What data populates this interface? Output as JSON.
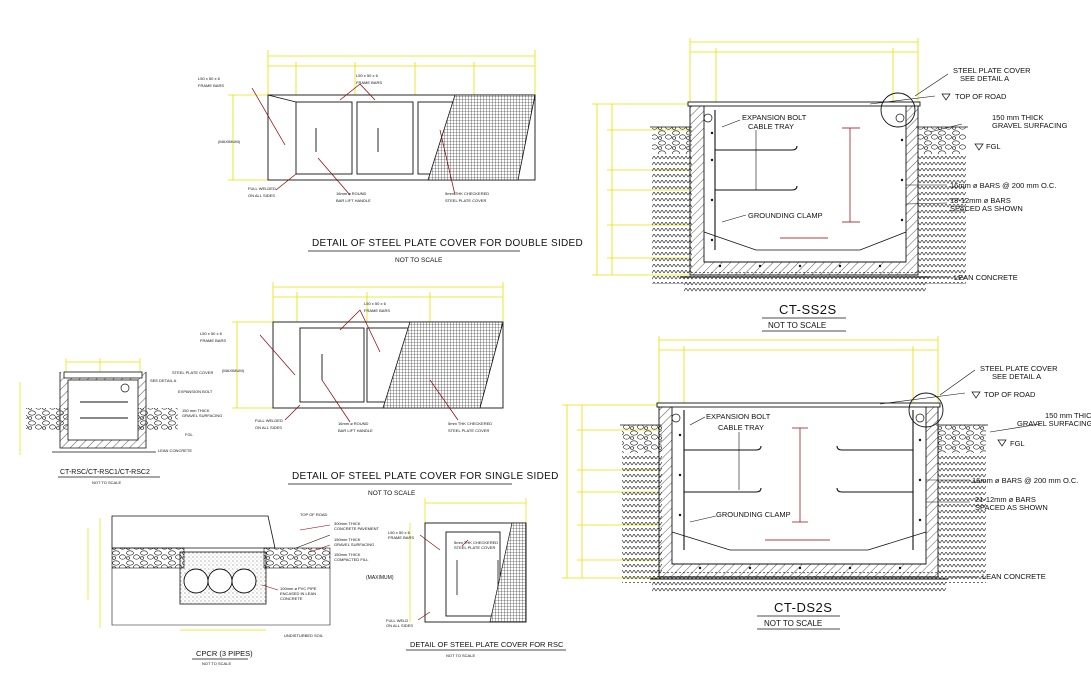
{
  "colors": {
    "linework": "#111111",
    "dimension": "#e8e000",
    "leader": "#8b0000",
    "background": "#ffffff"
  },
  "titles": {
    "double_sided": "DETAIL OF STEEL PLATE COVER FOR DOUBLE SIDED",
    "double_sided_scale": "NOT TO SCALE",
    "single_sided": "DETAIL OF STEEL PLATE COVER FOR SINGLE SIDED",
    "single_sided_scale": "NOT TO SCALE",
    "rsc_section": "CT-RSC/CT-RSC1/CT-RSC2",
    "rsc_section_scale": "NOT TO SCALE",
    "cpcr": "CPCR (3 PIPES)",
    "cpcr_scale": "NOT TO SCALE",
    "rsc_cover": "DETAIL OF STEEL PLATE COVER FOR RSC",
    "rsc_cover_scale": "NOT TO SCALE",
    "ss2s": "CT-SS2S",
    "ss2s_scale": "NOT TO SCALE",
    "ds2s": "CT-DS2S",
    "ds2s_scale": "NOT TO SCALE"
  },
  "ss2s_labels": {
    "steel_plate_cover": "STEEL PLATE COVER",
    "see_detail": "SEE DETAIL A",
    "top_of_road": "TOP OF ROAD",
    "gravel_1": "150 mm THICK",
    "gravel_2": "GRAVEL SURFACING",
    "fgl": "FGL",
    "expansion_bolt": "EXPANSION BOLT",
    "cable_tray": "CABLE TRAY",
    "bars_main": "16mm ø BARS @ 200 mm O.C.",
    "bars_2a": "18-12mm ø BARS",
    "bars_2b": "SPACED AS SHOWN",
    "grounding_clamp": "GROUNDING CLAMP",
    "lean_concrete": "LEAN CONCRETE"
  },
  "ds2s_labels": {
    "steel_plate_cover": "STEEL PLATE COVER",
    "see_detail": "SEE DETAIL A",
    "top_of_road": "TOP OF ROAD",
    "gravel_1": "150 mm THICK",
    "gravel_2": "GRAVEL SURFACING",
    "fgl": "FGL",
    "expansion_bolt": "EXPANSION BOLT",
    "cable_tray": "CABLE TRAY",
    "bars_main": "16mm ø BARS @ 200 mm O.C.",
    "bars_2a": "21-12mm ø BARS",
    "bars_2b": "SPACED AS SHOWN",
    "grounding_clamp": "GROUNDING CLAMP",
    "lean_concrete": "LEAN CONCRETE"
  },
  "double_labels": {
    "frame_bars_a": "L50 x 50 x 6",
    "frame_bars_b": "FRAME BARS",
    "frame_bars_c": "L50 x 50 x 6",
    "frame_bars_d": "FRAME BARS",
    "full_welded_a": "FULL WELDED",
    "full_welded_b": "ON ALL SIDES",
    "handle_a": "16mm ø ROUND",
    "handle_b": "BAR LIFT HANDLE",
    "plate_a": "5mm THK CHECKERED",
    "plate_b": "STEEL PLATE COVER",
    "side_dim": "(MAXIMUM)"
  },
  "single_labels": {
    "frame_bars_a": "L50 x 50 x 6",
    "frame_bars_b": "FRAME BARS",
    "frame_bars_c": "L50 x 50 x 6",
    "frame_bars_d": "FRAME BARS",
    "full_welded_a": "FULL WELDED",
    "full_welded_b": "ON ALL SIDES",
    "handle_a": "16mm ø ROUND",
    "handle_b": "BAR LIFT HANDLE",
    "plate_a": "5mm THK CHECKERED",
    "plate_b": "STEEL PLATE COVER",
    "side_dim": "(MAXIMUM)"
  },
  "rsc_cover_labels": {
    "frame_a": "L50 x 50 x 6",
    "frame_b": "FRAME BARS",
    "plate_a": "5mm THK CHECKERED",
    "plate_b": "STEEL PLATE COVER",
    "max": "(MAXIMUM)",
    "weld_a": "FULL WELD",
    "weld_b": "ON ALL SIDES"
  },
  "rsc_section_labels": {
    "cover": "STEEL PLATE COVER",
    "detail": "SEE DETAIL A",
    "bolt": "EXPANSION BOLT",
    "gravel_a": "150 mm THICK",
    "gravel_b": "GRAVEL SURFACING",
    "fgl": "FGL",
    "lean": "LEAN CONCRETE"
  },
  "cpcr_labels": {
    "road": "TOP OF ROAD",
    "pavement_a": "300mm THICK",
    "pavement_b": "CONCRETE PAVEMENT",
    "gravel_a": "150mm THICK",
    "gravel_b": "GRAVEL SURFACING",
    "bedding_a": "150mm THICK",
    "bedding_b": "COMPACTED FILL",
    "pipe_a": "100mm ø PVC PIPE",
    "pipe_b": "ENCASED IN LEAN",
    "pipe_c": "CONCRETE",
    "soil": "UNDISTURBED SOIL"
  }
}
